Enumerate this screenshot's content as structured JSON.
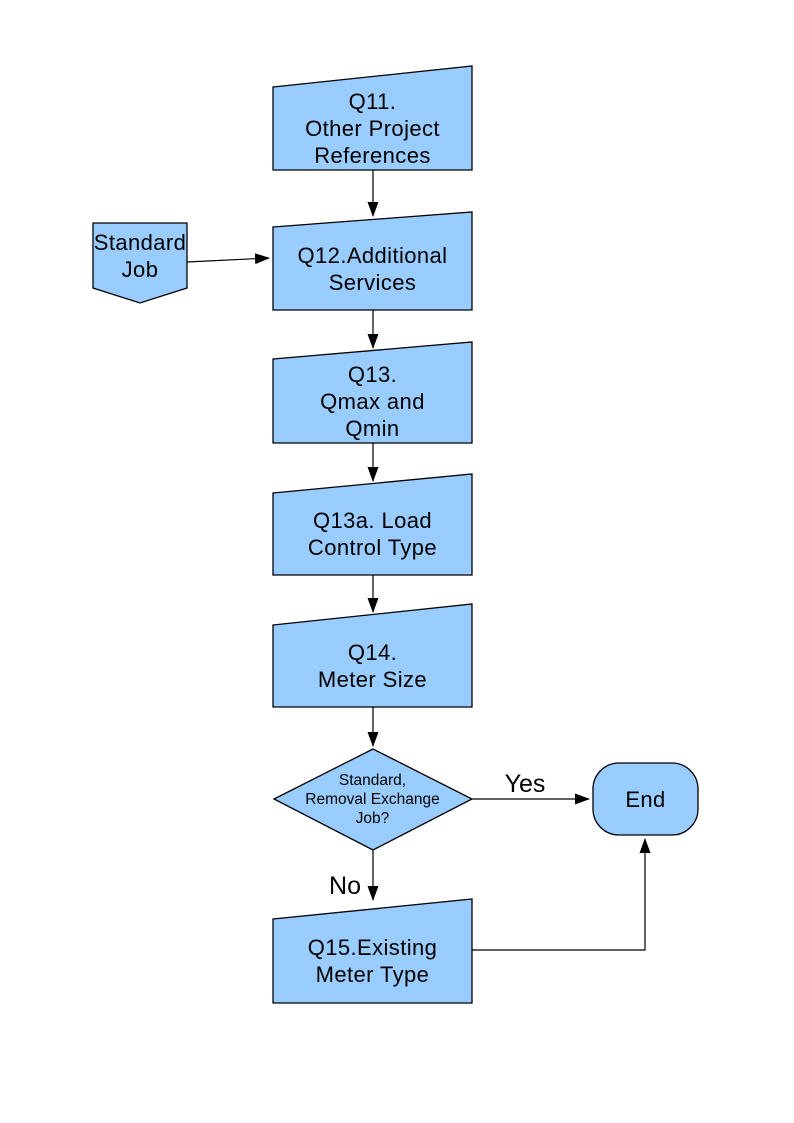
{
  "flowchart": {
    "colors": {
      "background": "#FFFFFF",
      "shape_fill": "#99CCFF",
      "shape_border": "#000000",
      "connector": "#000000",
      "text": "#000000"
    },
    "nodes": {
      "q11": {
        "shape": "slanted-box",
        "label": "Q11.\nOther Project\nReferences"
      },
      "standard_job": {
        "shape": "pentagon-down",
        "label": "Standard\nJob"
      },
      "q12": {
        "shape": "slanted-box",
        "label": "Q12.Additional\nServices"
      },
      "q13": {
        "shape": "slanted-box",
        "label": "Q13.\nQmax and\nQmin"
      },
      "q13a": {
        "shape": "slanted-box",
        "label": "Q13a. Load\nControl Type"
      },
      "q14": {
        "shape": "slanted-box",
        "label": "Q14.\nMeter Size"
      },
      "decision": {
        "shape": "diamond",
        "label": "Standard,\nRemoval Exchange\nJob?"
      },
      "end": {
        "shape": "rounded-terminator",
        "label": "End"
      },
      "q15": {
        "shape": "slanted-box",
        "label": "Q15.Existing\nMeter Type"
      }
    },
    "edges": [
      {
        "from": "q11",
        "to": "q12"
      },
      {
        "from": "standard_job",
        "to": "q12"
      },
      {
        "from": "q12",
        "to": "q13"
      },
      {
        "from": "q13",
        "to": "q13a"
      },
      {
        "from": "q13a",
        "to": "q14"
      },
      {
        "from": "q14",
        "to": "decision"
      },
      {
        "from": "decision",
        "to": "end",
        "label": "Yes"
      },
      {
        "from": "decision",
        "to": "q15",
        "label": "No"
      },
      {
        "from": "q15",
        "to": "end"
      }
    ]
  }
}
